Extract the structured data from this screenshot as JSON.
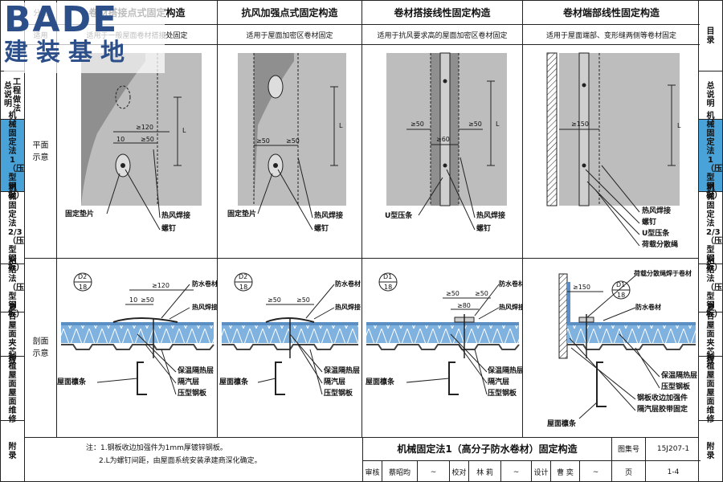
{
  "logo": {
    "en": "BADE",
    "cn": "建装基地"
  },
  "left_tabs": [
    "总说明",
    "工程做法",
    "机械固定法1（压型钢板）",
    "机械固定法2/3（压型钢板）",
    "粘结法（压型钢板）",
    "复合屋面夹芯板",
    "种植屋面屋面维修",
    "附录"
  ],
  "right_tabs": [
    "目录",
    "总说明",
    "机械固定法1（压型钢板）",
    "机械固定法2/3（压型钢板）",
    "粘结法（压型钢板）",
    "复合屋面夹芯板",
    "种植屋面屋面维修",
    "附录"
  ],
  "header": {
    "col0_top": "分类",
    "col0_bottom": "适用",
    "titles": [
      "卷材搭接点式固定构造",
      "抗风加强点式固定构造",
      "卷材搭接线性固定构造",
      "卷材端部线性固定构造"
    ],
    "subtitles": [
      "适用于一般屋面卷材搭接处固定",
      "适用于屋面加密区卷材固定",
      "适用于抗风要求高的屋面加密区卷材固定",
      "适用于屋面端部、变形缝两侧等卷材固定"
    ]
  },
  "rows": {
    "plan": "平面示意",
    "section": "剖面示意"
  },
  "plan_labels": {
    "p1": [
      "固定垫片",
      "热风焊接",
      "螺钉"
    ],
    "p2": [
      "固定垫片",
      "热风焊接",
      "螺钉"
    ],
    "p3": [
      "U型压条",
      "热风焊接",
      "螺钉"
    ],
    "p4": [
      "热风焊接",
      "螺钉",
      "U型压条",
      "荷载分散绳"
    ]
  },
  "plan_dims": {
    "p1": [
      "≥120",
      "10",
      "≥50",
      "L"
    ],
    "p2": [
      "≥50",
      "≥50",
      "L"
    ],
    "p3": [
      "≥50",
      "≥50",
      "≥60",
      "L"
    ],
    "p4": [
      "≥150",
      "L"
    ]
  },
  "section_labels": {
    "s1": {
      "ref": "D2",
      "sheet": "18",
      "items": [
        "防水卷材",
        "热风焊接",
        "保温隔热层",
        "隔汽层",
        "压型钢板",
        "屋面檩条"
      ],
      "dims": [
        "≥120",
        "10",
        "≥50"
      ]
    },
    "s2": {
      "ref": "D2",
      "sheet": "18",
      "items": [
        "防水卷材",
        "热风焊接",
        "保温隔热层",
        "隔汽层",
        "压型钢板",
        "屋面檩条"
      ],
      "dims": [
        "≥50",
        "≥50"
      ]
    },
    "s3": {
      "ref": "D1",
      "sheet": "18",
      "items": [
        "防水卷材",
        "热风焊接",
        "保温隔热层",
        "隔汽层",
        "压型钢板",
        "屋面檩条"
      ],
      "dims": [
        "≥50",
        "≥50",
        "≥80"
      ]
    },
    "s4": {
      "ref": "D1",
      "sheet": "18",
      "items": [
        "荷载分散绳焊于卷材",
        "防水卷材",
        "保温隔热层",
        "压型钢板",
        "钢板收边加强件",
        "隔汽层胶带固定",
        "屋面檩条"
      ],
      "dims": [
        "≥150"
      ]
    }
  },
  "notes": [
    "注：1.钢板收边加强件为1mm厚镀锌钢板。",
    "2.L为螺钉间距，由屋面系统安装承建商深化确定。"
  ],
  "title_block": {
    "title": "机械固定法1（高分子防水卷材）固定构造",
    "atlas_label": "图集号",
    "atlas_no": "15J207-1",
    "review_label": "审核",
    "reviewer": "蔡昭昀",
    "check_label": "校对",
    "checker": "林 莉",
    "design_label": "设计",
    "designer": "曹 奕",
    "page_label": "页",
    "page_no": "1-4"
  },
  "colors": {
    "membrane": "#bdbdbd",
    "membrane_dark": "#8f8f8f",
    "insulation": "#7fb2df",
    "deck": "#444444",
    "tab_active": "#4aa3d8",
    "logo": "#2c4f8a"
  }
}
